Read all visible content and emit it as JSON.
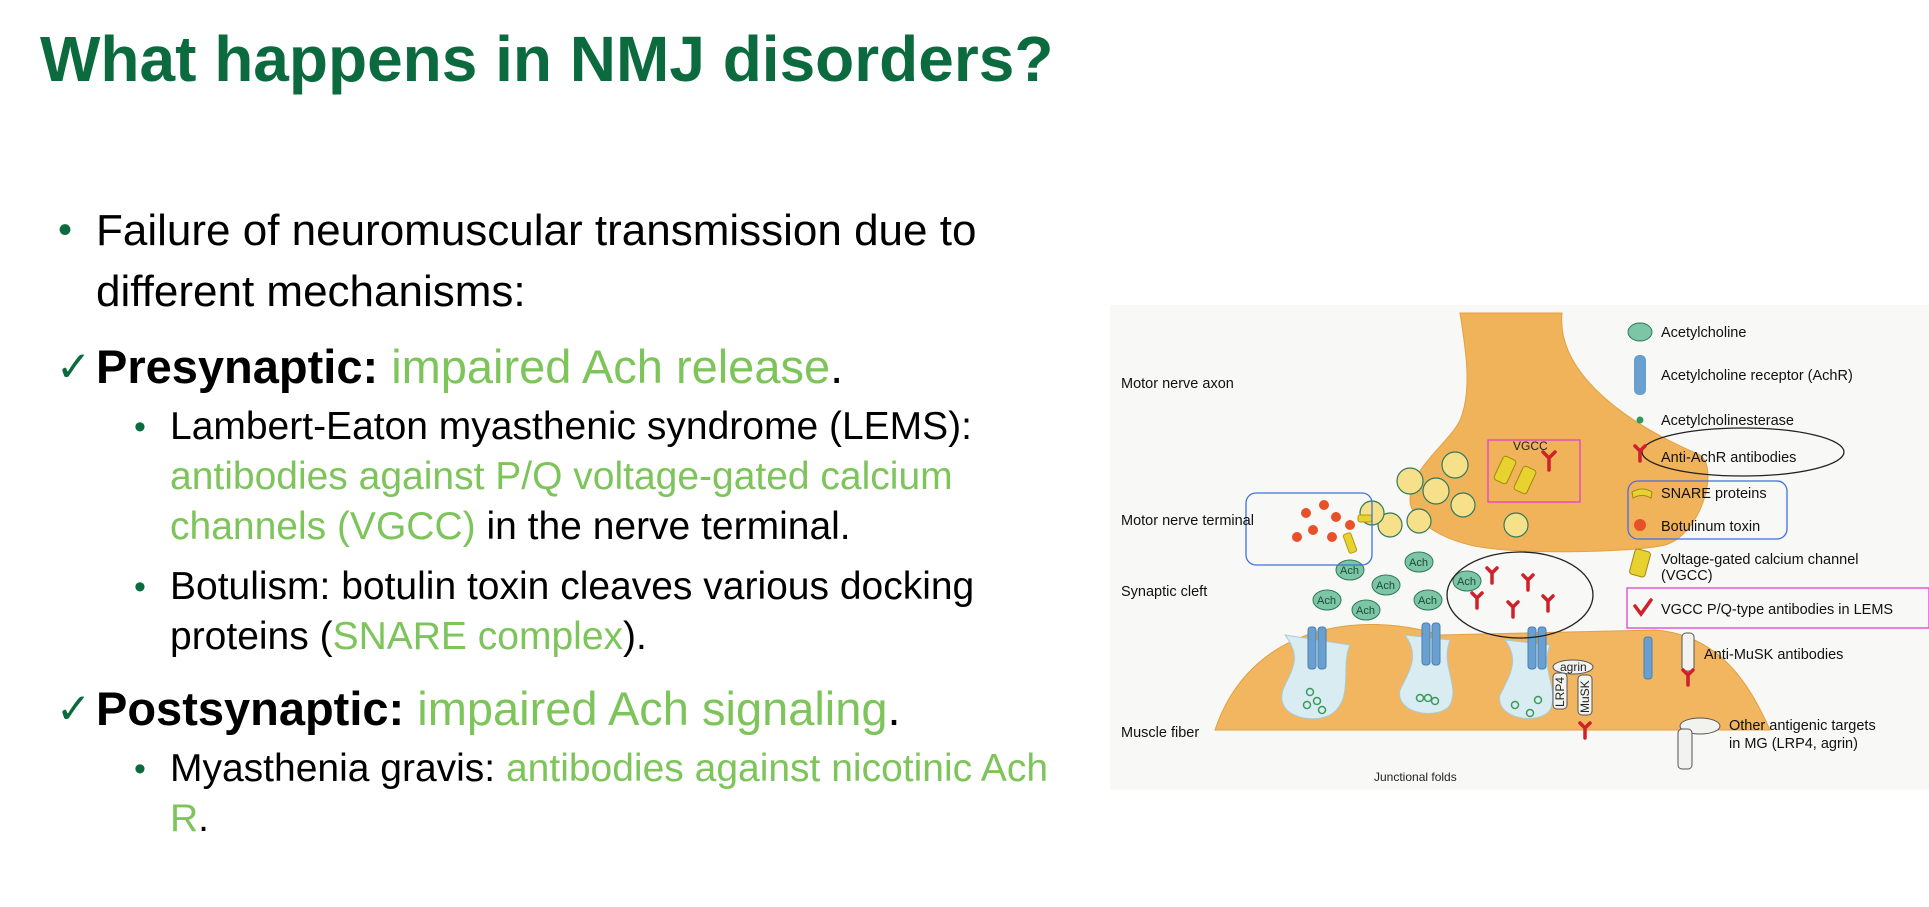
{
  "slide": {
    "title": "What happens in NMJ disorders?"
  },
  "bullets": {
    "intro": "Failure of neuromuscular transmission due to different mechanisms:",
    "presynaptic": {
      "head": "Presynaptic:",
      "detail": "impaired Ach release",
      "end": ".",
      "items": [
        {
          "lead": "Lambert-Eaton myasthenic syndrome (LEMS):",
          "highlight": "antibodies against P/Q voltage-gated calcium channels (VGCC)",
          "tail": "in the nerve terminal."
        },
        {
          "lead": "Botulism: botulin toxin cleaves various docking proteins (",
          "highlight": "SNARE complex",
          "tail": ")."
        }
      ]
    },
    "postsynaptic": {
      "head": "Postsynaptic:",
      "detail": "impaired Ach signaling",
      "end": ".",
      "items": [
        {
          "lead": "Myasthenia gravis:",
          "highlight": "antibodies against nicotinic Ach R",
          "tail": "."
        }
      ]
    }
  },
  "figure": {
    "region_labels": {
      "axon": "Motor nerve axon",
      "terminal": "Motor nerve terminal",
      "cleft": "Synaptic cleft",
      "muscle": "Muscle fiber",
      "folds": "Junctional folds"
    },
    "in_figure": {
      "ach": "Ach",
      "vgcc": "VGCC",
      "agrin": "agrin",
      "lrp4": "LRP4",
      "musk": "MuSK"
    },
    "legend": [
      {
        "icon": "acetylcholine-icon",
        "label": "Acetylcholine"
      },
      {
        "icon": "achr-receptor-icon",
        "label": "Acetylcholine receptor (AchR)"
      },
      {
        "icon": "acetylcholinesterase-icon",
        "label": "Acetylcholinesterase"
      },
      {
        "icon": "anti-achr-antibody-icon",
        "label": "Anti-AchR antibodies"
      },
      {
        "icon": "snare-protein-icon",
        "label": "SNARE proteins"
      },
      {
        "icon": "botulinum-toxin-icon",
        "label": "Botulinum toxin"
      },
      {
        "icon": "vgcc-channel-icon",
        "label": "Voltage-gated calcium channel",
        "label2": "(VGCC)"
      },
      {
        "icon": "vgcc-antibody-icon",
        "label": "VGCC P/Q-type antibodies in LEMS"
      },
      {
        "icon": "anti-musk-antibody-icon",
        "label": "Anti-MuSK antibodies"
      },
      {
        "icon": "other-antigen-icon",
        "label": "Other antigenic targets",
        "label2": "in MG (LRP4, agrin)"
      }
    ],
    "colors": {
      "title_green": "#0b6b3f",
      "highlight_green": "#7dc45a",
      "nerve_orange": "#f0b35a",
      "muscle_orange": "#f2b560",
      "ach_teal": "#7cc5a5",
      "receptor_blue": "#6aa0d0",
      "antibody_red": "#d0202a",
      "vgcc_yellow": "#e8d230",
      "box_magenta": "#e040d0",
      "box_blue": "#4070e0"
    }
  }
}
